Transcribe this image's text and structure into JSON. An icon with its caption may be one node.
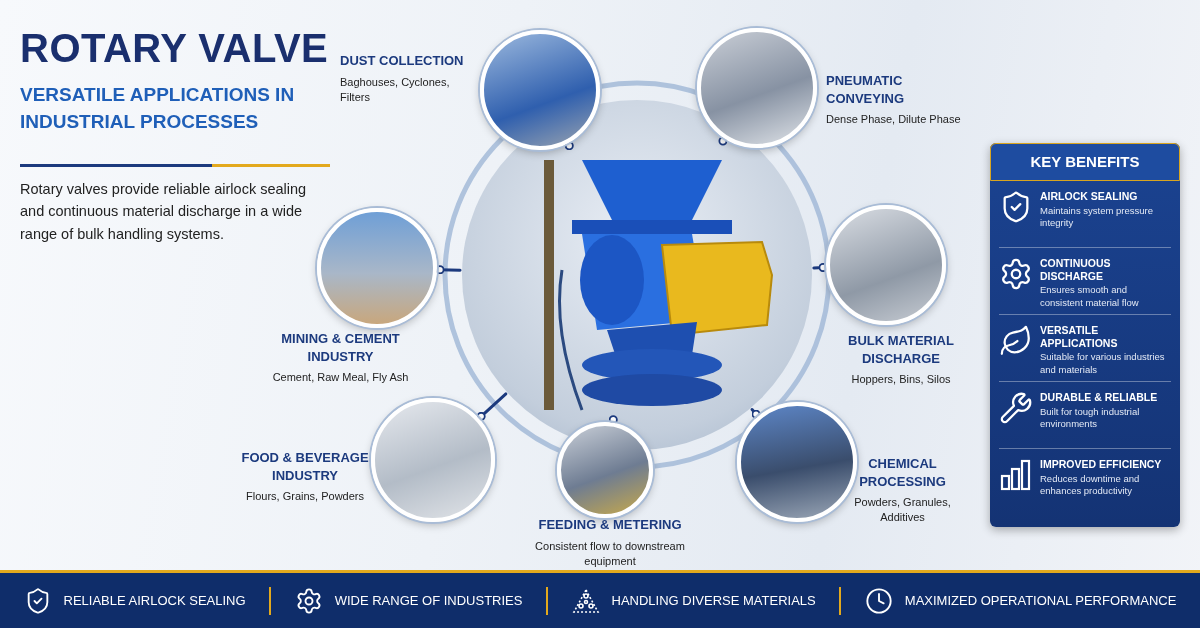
{
  "diagram": {
    "title": "ROTARY VALVE",
    "nodes": [
      {
        "text": [],
        "shape": "picture"
      },
      {
        "text": [
          "DUST COLLECTION",
          "Baghouses, Cyclones, Filters"
        ]
      },
      {
        "text": [
          "PNEUMATIC CONVEYING",
          "Dense Phase, Dilute Phase"
        ]
      },
      {
        "text": [
          "MINING & CEMENT INDUSTRY",
          "Cement, Raw Meal, Fly Ash"
        ]
      },
      {
        "text": [
          "BULK MATERIAL DISCHARGE",
          "Hoppers, Bins, Silos"
        ]
      },
      {
        "text": [
          "FOOD & BEVERAGE INDUSTRY",
          "Flours, Grains, Powders"
        ]
      },
      {
        "text": [
          "FEEDING & METERING",
          "Consistent flow to downstream equipment"
        ]
      },
      {
        "text": [
          "CHEMICAL PROCESSING",
          "Powders, Granules, Additives"
        ]
      },
      {
        "text": [
          "KEY BENEFITS",
          "AIRLOCK SEALING",
          "Maintains system pressure integrity",
          "CONTINUOUS DISCHARGE",
          "Ensures smooth and consistent material flow",
          "VERSATILE APPLICATIONS",
          "Suitable for various industries and materials",
          "DURABLE & RELIABLE",
          "Built for tough industrial environments",
          "IMPROVED EFFICIENCY",
          "Reduces downtime and enhances productivity"
        ]
      },
      {
        "text": [
          "RELIABLE AIRLOCK SEALING",
          "WIDE RANGE OF INDUSTRIES",
          "HANDLING DIVERSE MATERIALS",
          "MAXIMIZED OPERATIONAL PERFORMANCE"
        ]
      }
    ],
    "edges": [
      {
        "from": 0,
        "to": 1,
        "arrow": "other"
      },
      {
        "from": 0,
        "to": 2,
        "arrow": "other"
      },
      {
        "from": 0,
        "to": 3,
        "arrow": "other"
      },
      {
        "from": 0,
        "to": 4,
        "arrow": "other"
      },
      {
        "from": 0,
        "to": 5,
        "arrow": "other"
      },
      {
        "from": 0,
        "to": 6,
        "arrow": "other"
      },
      {
        "from": 0,
        "to": 7,
        "arrow": "other"
      }
    ],
    "labels": [
      "VERSATILE APPLICATIONS IN INDUSTRIAL PROCESSES",
      "Rotary valves provide reliable airlock sealing and continuous material discharge in a wide range of bulk handling systems."
    ]
  }
}
